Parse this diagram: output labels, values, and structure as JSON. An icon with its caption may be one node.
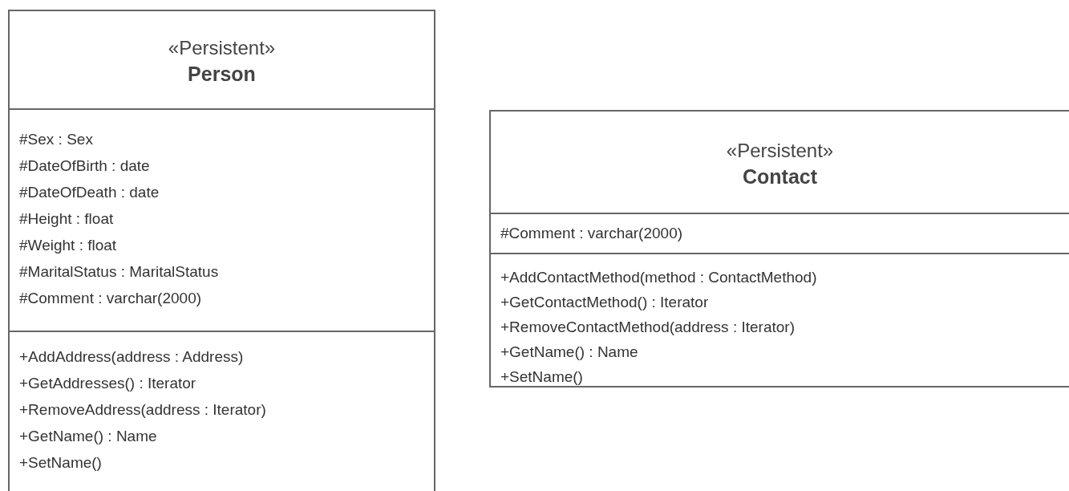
{
  "diagram": {
    "nodes": [
      {
        "text": [
          "«Persistent»",
          "Person"
        ]
      },
      {
        "text": [
          "#Sex : Sex",
          "#DateOfBirth : date",
          "#DateOfDeath : date",
          "#Height : float",
          "#Weight : float",
          "#MaritalStatus : MaritalStatus",
          "#Comment : varchar(2000)"
        ],
        "in": 0
      },
      {
        "text": [
          "+AddAddress(address : Address)",
          "+GetAddresses() : Iterator",
          "+RemoveAddress(address : Iterator)",
          "+GetName() : Name",
          "+SetName()"
        ],
        "in": 0
      },
      {
        "text": [
          "«Persistent»",
          "Contact"
        ]
      },
      {
        "text": [
          "#Comment : varchar(2000)"
        ],
        "in": 3
      },
      {
        "text": [
          "+AddContactMethod(method : ContactMethod)",
          "+GetContactMethod() : Iterator",
          "+RemoveContactMethod(address : Iterator)",
          "+GetName() : Name",
          "+SetName()"
        ],
        "in": 3
      }
    ]
  }
}
